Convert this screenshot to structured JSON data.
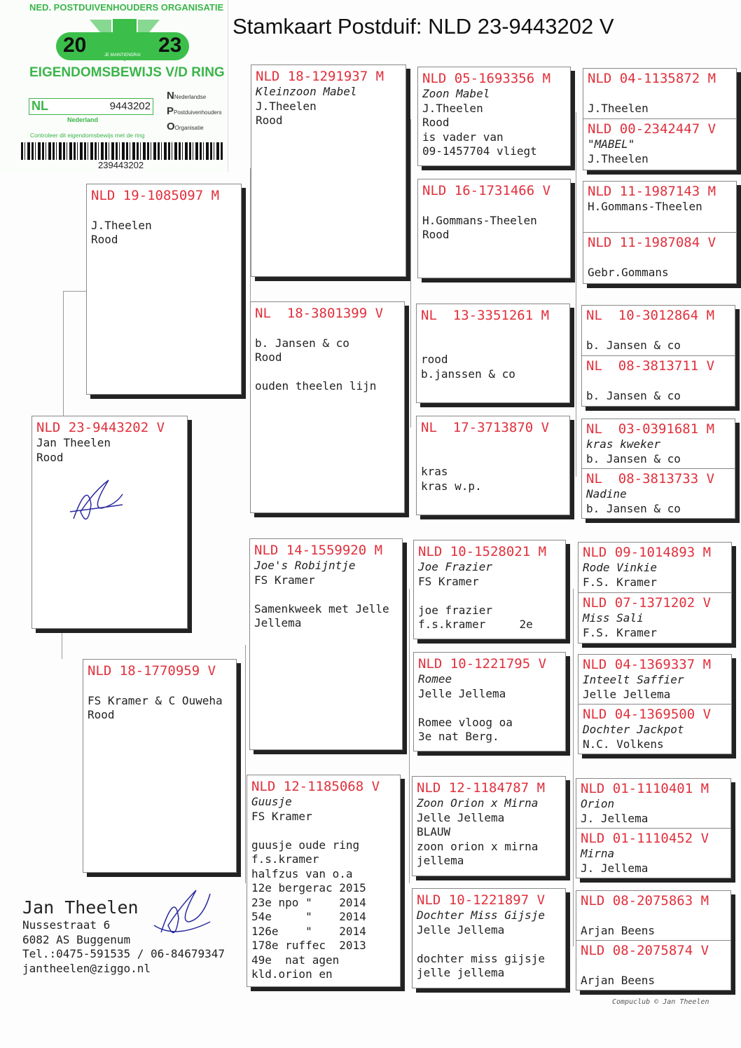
{
  "title": "Stamkaart Postduif: NLD 23-9443202 V",
  "sticker": {
    "org": "NED. POSTDUIVENHOUDERS ORGANISATIE",
    "year_left": "20",
    "year_right": "23",
    "motto": "JE MAINTIENDRAI",
    "heading": "EIGENDOMSBEWIJS V/D RING",
    "country": "NL",
    "ring_number": "9443202",
    "npo": [
      "Nederlandse",
      "Postduivenhouders",
      "Organisatie"
    ],
    "nederland": "Nederland",
    "control": "Controleer dit eigendomsbewijs met de ring",
    "barcode": "239443202"
  },
  "boxes": [
    {
      "id": "subject",
      "ring": "NLD 23-9443202 V",
      "name": "",
      "lines": [
        "Jan Theelen",
        "Rood"
      ]
    },
    {
      "id": "sire",
      "ring": "NLD 19-1085097 M",
      "name": "",
      "lines": [
        "",
        "J.Theelen",
        "Rood"
      ]
    },
    {
      "id": "dam",
      "ring": "NLD 18-1770959 V",
      "name": "",
      "lines": [
        "",
        "FS Kramer & C Ouweha",
        "Rood"
      ]
    },
    {
      "id": "g3a",
      "ring": "NLD 18-1291937 M",
      "name": "Kleinzoon Mabel",
      "lines": [
        "J.Theelen",
        "Rood"
      ]
    },
    {
      "id": "g3b",
      "ring": "NL  18-3801399 V",
      "name": "",
      "lines": [
        "",
        "b. Jansen & co",
        "Rood",
        "",
        "ouden theelen lijn"
      ]
    },
    {
      "id": "g3c",
      "ring": "NLD 14-1559920 M",
      "name": "Joe's Robijntje",
      "lines": [
        "FS Kramer",
        "",
        "Samenkweek met Jelle",
        "Jellema"
      ]
    },
    {
      "id": "g3d",
      "ring": "NLD 12-1185068 V",
      "name": "Guusje",
      "lines": [
        "FS Kramer",
        "",
        "guusje oude ring",
        "f.s.kramer",
        "halfzus van o.a",
        "12e bergerac 2015",
        "23e npo \"    2014",
        "54e     \"    2014",
        "126e    \"    2014",
        "178e ruffec  2013",
        "49e  nat agen",
        "kld.orion en"
      ]
    },
    {
      "id": "g4a",
      "ring": "NLD 05-1693356 M",
      "name": "Zoon Mabel",
      "lines": [
        "J.Theelen",
        "Rood",
        "is vader van",
        "09-1457704 vliegt"
      ]
    },
    {
      "id": "g4b",
      "ring": "NLD 16-1731466 V",
      "name": "",
      "lines": [
        "",
        "H.Gommans-Theelen",
        "Rood"
      ]
    },
    {
      "id": "g4c",
      "ring": "NL  13-3351261 M",
      "name": "",
      "lines": [
        "",
        "",
        "rood",
        "b.janssen & co"
      ]
    },
    {
      "id": "g4d",
      "ring": "NL  17-3713870 V",
      "name": "",
      "lines": [
        "",
        "",
        "kras",
        "kras w.p."
      ]
    },
    {
      "id": "g4e",
      "ring": "NLD 10-1528021 M",
      "name": "Joe Frazier",
      "lines": [
        "FS Kramer",
        "",
        "joe frazier",
        "f.s.kramer     2e"
      ]
    },
    {
      "id": "g4f",
      "ring": "NLD 10-1221795 V",
      "name": "Romee",
      "lines": [
        "Jelle Jellema",
        "",
        "Romee vloog oa",
        "3e nat Berg."
      ]
    },
    {
      "id": "g4g",
      "ring": "NLD 12-1184787 M",
      "name": "Zoon Orion x Mirna",
      "lines": [
        "Jelle Jellema",
        "BLAUW",
        "zoon orion x mirna",
        "jellema"
      ]
    },
    {
      "id": "g4h",
      "ring": "NLD 10-1221897 V",
      "name": "Dochter Miss Gijsje",
      "lines": [
        "Jelle Jellema",
        "",
        "dochter miss gijsje",
        "jelle jellema"
      ]
    }
  ],
  "pairs": [
    {
      "id": "p1",
      "m": {
        "ring": "NLD 04-1135872 M",
        "name": "",
        "lines": [
          "",
          "J.Theelen"
        ]
      },
      "v": {
        "ring": "NLD 00-2342447 V",
        "name": "\"MABEL\"",
        "lines": [
          "J.Theelen"
        ]
      }
    },
    {
      "id": "p2",
      "m": {
        "ring": "NLD 11-1987143 M",
        "name": "",
        "lines": [
          "H.Gommans-Theelen"
        ]
      },
      "v": {
        "ring": "NLD 11-1987084 V",
        "name": "",
        "lines": [
          "",
          "Gebr.Gommans"
        ]
      }
    },
    {
      "id": "p3",
      "m": {
        "ring": "NL  10-3012864 M",
        "name": "",
        "lines": [
          "",
          "b. Jansen & co"
        ]
      },
      "v": {
        "ring": "NL  08-3813711 V",
        "name": "",
        "lines": [
          "",
          "b. Jansen & co"
        ]
      }
    },
    {
      "id": "p4",
      "m": {
        "ring": "NL  03-0391681 M",
        "name": "kras kweker",
        "lines": [
          "b. Jansen & co"
        ]
      },
      "v": {
        "ring": "NL  08-3813733 V",
        "name": "Nadine",
        "lines": [
          "b. Jansen & co"
        ]
      }
    },
    {
      "id": "p5",
      "m": {
        "ring": "NLD 09-1014893 M",
        "name": "Rode Vinkie",
        "lines": [
          "F.S. Kramer"
        ]
      },
      "v": {
        "ring": "NLD 07-1371202 V",
        "name": "Miss Sali",
        "lines": [
          "F.S. Kramer"
        ]
      }
    },
    {
      "id": "p6",
      "m": {
        "ring": "NLD 04-1369337 M",
        "name": "Inteelt Saffier",
        "lines": [
          "Jelle Jellema"
        ]
      },
      "v": {
        "ring": "NLD 04-1369500 V",
        "name": "Dochter Jackpot",
        "lines": [
          "N.C. Volkens"
        ]
      }
    },
    {
      "id": "p7",
      "m": {
        "ring": "NLD 01-1110401 M",
        "name": "Orion",
        "lines": [
          "J. Jellema"
        ]
      },
      "v": {
        "ring": "NLD 01-1110452 V",
        "name": "Mirna",
        "lines": [
          "J. Jellema"
        ]
      }
    },
    {
      "id": "p8",
      "m": {
        "ring": "NLD 08-2075863 M",
        "name": "",
        "lines": [
          "",
          "Arjan Beens"
        ]
      },
      "v": {
        "ring": "NLD 08-2075874 V",
        "name": "",
        "lines": [
          "",
          "Arjan Beens"
        ]
      }
    }
  ],
  "owner": {
    "name": "Jan Theelen",
    "street": "Nussestraat 6",
    "city": "6082 AS  Buggenum",
    "phone": "Tel.:0475-591535 / 06-84679347",
    "email": "jantheelen@ziggo.nl"
  },
  "copyright": "Compuclub © Jan Theelen"
}
